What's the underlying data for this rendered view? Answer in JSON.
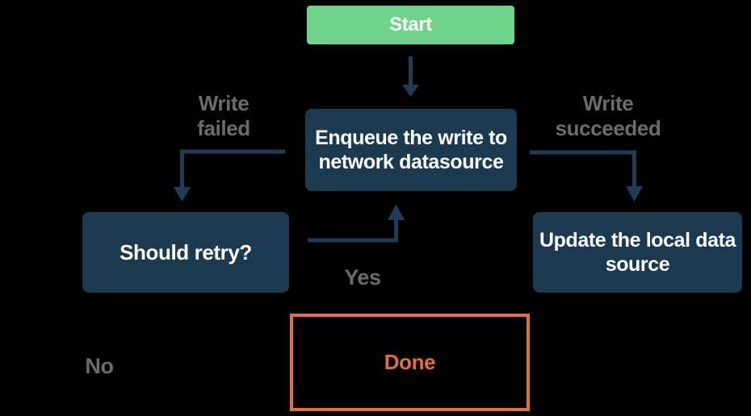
{
  "colors": {
    "background": "#000000",
    "node_fill": "#1b3a4f",
    "node_text": "#ffffff",
    "start_fill": "#6fd48b",
    "start_text": "#ffffff",
    "arrow": "#1e3c55",
    "edge_label_text": "#6b6b6b",
    "done_accent": "#e0703c"
  },
  "flowchart": {
    "nodes": {
      "start": "Start",
      "enqueue": "Enqueue the write to\nnetwork datasource",
      "should_retry": "Should retry?",
      "update_local": "Update the local data\nsource",
      "done": "Done"
    },
    "edge_labels": {
      "write_failed": "Write\nfailed",
      "write_succeeded": "Write\nsucceeded",
      "yes": "Yes",
      "no": "No"
    }
  }
}
